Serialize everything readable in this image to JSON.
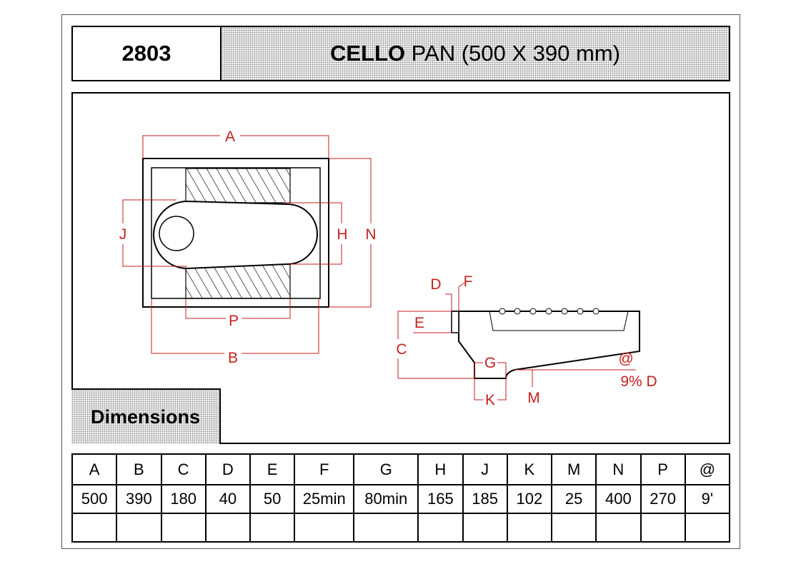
{
  "header": {
    "code": "2803",
    "title_bold": "CELLO",
    "title_rest": " PAN (500 X 390 mm)"
  },
  "section_label": "Dimensions",
  "colors": {
    "dimension": "#c81e1e",
    "outline": "#000000",
    "hatch": "#000000"
  },
  "drawing_labels": {
    "A": "A",
    "B": "B",
    "C": "C",
    "D": "D",
    "E": "E",
    "F": "F",
    "G": "G",
    "H": "H",
    "J": "J",
    "K": "K",
    "M": "M",
    "N": "N",
    "P": "P",
    "at": "@",
    "slope": "9% D"
  },
  "table": {
    "headers": [
      "A",
      "B",
      "C",
      "D",
      "E",
      "F",
      "G",
      "H",
      "J",
      "K",
      "M",
      "N",
      "P",
      "@"
    ],
    "values": [
      "500",
      "390",
      "180",
      "40",
      "50",
      "25min",
      "80min",
      "165",
      "185",
      "102",
      "25",
      "400",
      "270",
      "9'"
    ],
    "blank": [
      "",
      "",
      "",
      "",
      "",
      "",
      "",
      "",
      "",
      "",
      "",
      "",
      "",
      ""
    ]
  }
}
